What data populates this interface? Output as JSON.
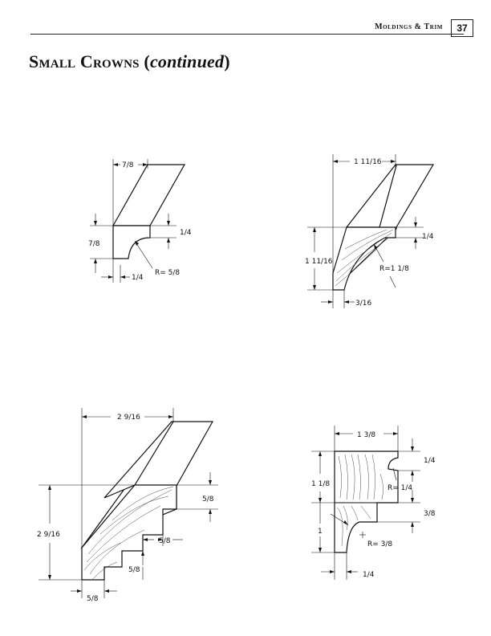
{
  "header": {
    "section": "Moldings & Trim",
    "page_number": "37"
  },
  "title": {
    "main": "Small Crowns",
    "paren_open": " (",
    "continued": "continued",
    "paren_close": ")"
  },
  "drawings": [
    {
      "name": "crown-1",
      "width_label": "7/8",
      "top_label": "1/4",
      "height_label": "7/8",
      "radius_label": "R= 5/8",
      "bottom_label": "1/4"
    },
    {
      "name": "crown-2",
      "width_label": "1 11/16",
      "top_label": "1/4",
      "height_label": "1 11/16",
      "radius_label": "R=1 1/8",
      "bottom_label": "3/16"
    },
    {
      "name": "crown-3",
      "width_label": "2 9/16",
      "top_label": "5/8",
      "height_label": "2 9/16",
      "step_label": "5/8",
      "lower_step_label": "5/8",
      "bottom_label": "5/8"
    },
    {
      "name": "crown-4",
      "width_label": "1 3/8",
      "top_label": "1/4",
      "upper_height_label": "1 1/8",
      "upper_radius_label": "R= 1/4",
      "mid_label": "3/8",
      "lower_height_label": "1",
      "lower_radius_label": "R= 3/8",
      "bottom_label": "1/4"
    }
  ]
}
